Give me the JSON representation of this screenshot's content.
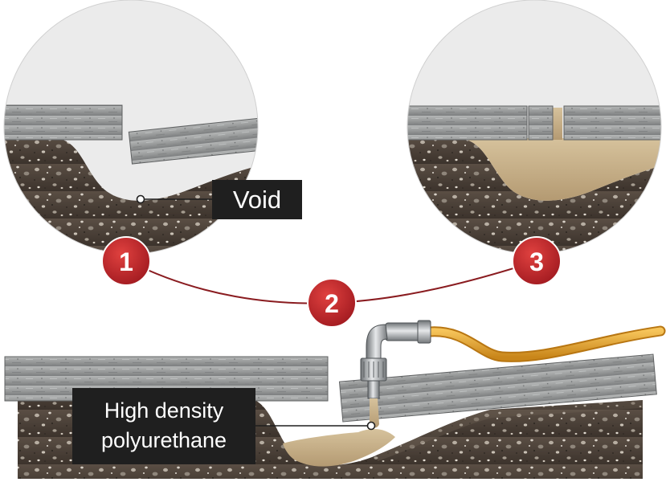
{
  "labels": {
    "void": "Void",
    "material_line1": "High density",
    "material_line2": "polyurethane"
  },
  "steps": [
    {
      "number": "1"
    },
    {
      "number": "2"
    },
    {
      "number": "3"
    }
  ],
  "colors": {
    "step_badge": "#c0232a",
    "connector": "#8a1c20",
    "label_bg": "#1f1f1f",
    "concrete": "#9a9c9c",
    "soil": "#4a4038",
    "polyurethane": "#c7b08a",
    "hose": "#e3a52a",
    "circle_bg": "#ebebeb"
  },
  "icons": [
    "injection-nozzle-icon",
    "hose-icon"
  ]
}
